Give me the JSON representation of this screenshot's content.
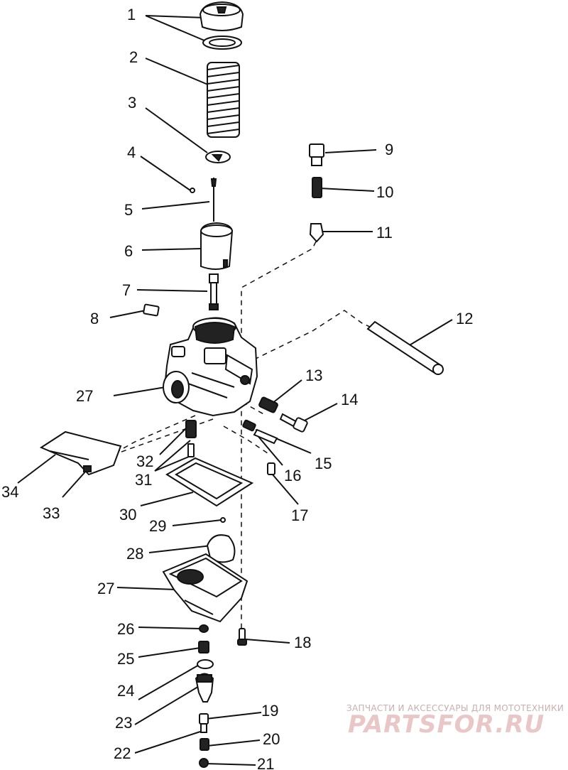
{
  "callouts": {
    "c1": "1",
    "c2": "2",
    "c3": "3",
    "c4": "4",
    "c5": "5",
    "c6": "6",
    "c7": "7",
    "c8": "8",
    "c9": "9",
    "c10": "10",
    "c11": "11",
    "c12": "12",
    "c13": "13",
    "c14": "14",
    "c15": "15",
    "c16": "16",
    "c17": "17",
    "c18": "18",
    "c19": "19",
    "c20": "20",
    "c21": "21",
    "c22": "22",
    "c23": "23",
    "c24": "24",
    "c25": "25",
    "c26": "26",
    "c27a": "27",
    "c27b": "27",
    "c28": "28",
    "c29": "29",
    "c30": "30",
    "c31": "31",
    "c32": "32",
    "c33": "33",
    "c34": "34"
  },
  "watermark": {
    "tagline": "ЗАПЧАСТИ И АКСЕССУАРЫ ДЛЯ МОТОТЕХНИКИ",
    "brand": "PARTSFOR.RU"
  },
  "colors": {
    "line": "#111111",
    "watermark": "#e9c7c7"
  }
}
